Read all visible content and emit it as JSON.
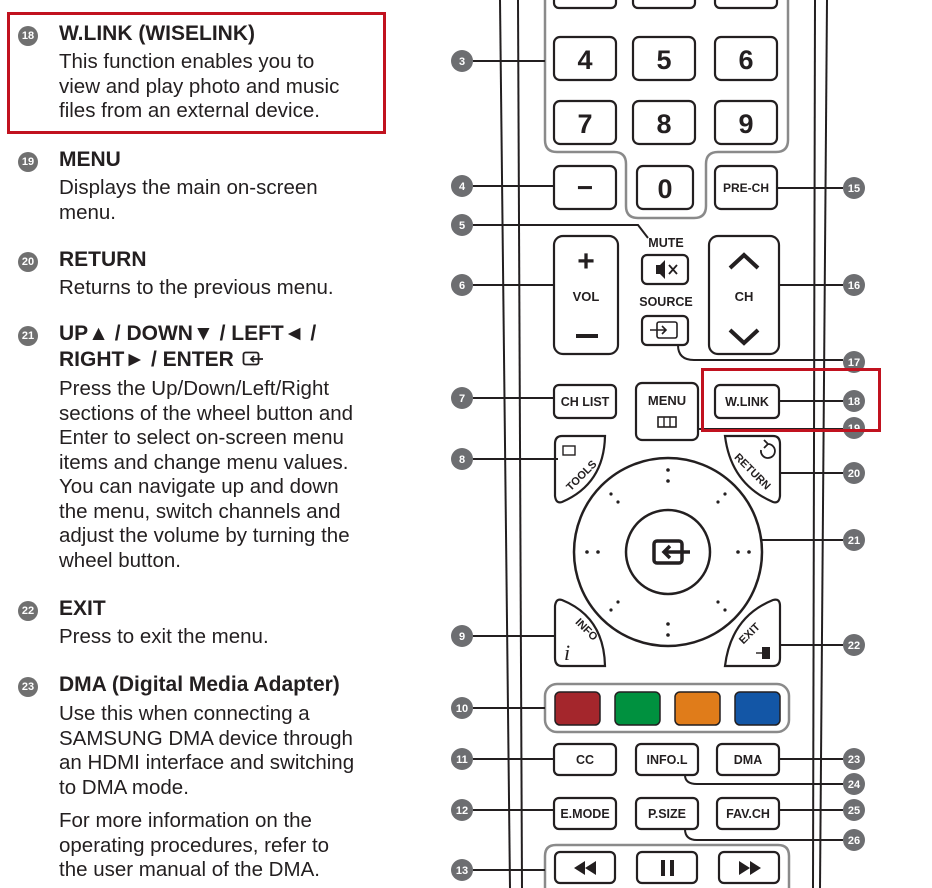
{
  "descriptions": [
    {
      "num": "18",
      "title": "W.LINK (WISELINK)",
      "text": "This function enables you to\nview and play photo and music\nfiles from an external device."
    },
    {
      "num": "19",
      "title": "MENU",
      "text": "Displays the main on-screen\nmenu."
    },
    {
      "num": "20",
      "title": "RETURN",
      "text": "Returns to the previous menu."
    },
    {
      "num": "21",
      "title": "UP▲ / DOWN▼ / LEFT◄ /",
      "title2": "RIGHT► / ENTER",
      "text": "Press the Up/Down/Left/Right\nsections of the wheel button and\nEnter to select on-screen menu\nitems and change menu values.\nYou can navigate up and down\nthe menu, switch channels and\nadjust the volume by turning the\nwheel button."
    },
    {
      "num": "22",
      "title": "EXIT",
      "text": "Press to exit the menu."
    },
    {
      "num": "23",
      "title": "DMA (Digital Media Adapter)",
      "text": "Use this when connecting a\nSAMSUNG DMA device through\nan HDMI interface and switching\nto DMA mode.",
      "text2": "For more information on the\noperating procedures, refer to\nthe user manual of the DMA."
    }
  ],
  "remote": {
    "digits": [
      "4",
      "5",
      "6",
      "7",
      "8",
      "9",
      "0"
    ],
    "dash": "−",
    "pre_ch": "PRE-CH",
    "mute": "MUTE",
    "vol": "VOL",
    "source": "SOURCE",
    "ch": "CH",
    "ch_list": "CH LIST",
    "menu": "MENU",
    "wlink": "W.LINK",
    "tools": "TOOLS",
    "return": "RETURN",
    "info": "INFO",
    "exit": "EXIT",
    "cc": "CC",
    "info_l": "INFO.L",
    "dma": "DMA",
    "emode": "E.MODE",
    "psize": "P.SIZE",
    "favch": "FAV.CH",
    "color_keys": [
      "#a4262c",
      "#00913f",
      "#e07c1a",
      "#1356a6"
    ],
    "callouts": [
      "3",
      "4",
      "5",
      "6",
      "7",
      "8",
      "9",
      "10",
      "11",
      "12",
      "13",
      "15",
      "16",
      "17",
      "18",
      "19",
      "20",
      "21",
      "22",
      "23",
      "24",
      "25",
      "26"
    ]
  }
}
